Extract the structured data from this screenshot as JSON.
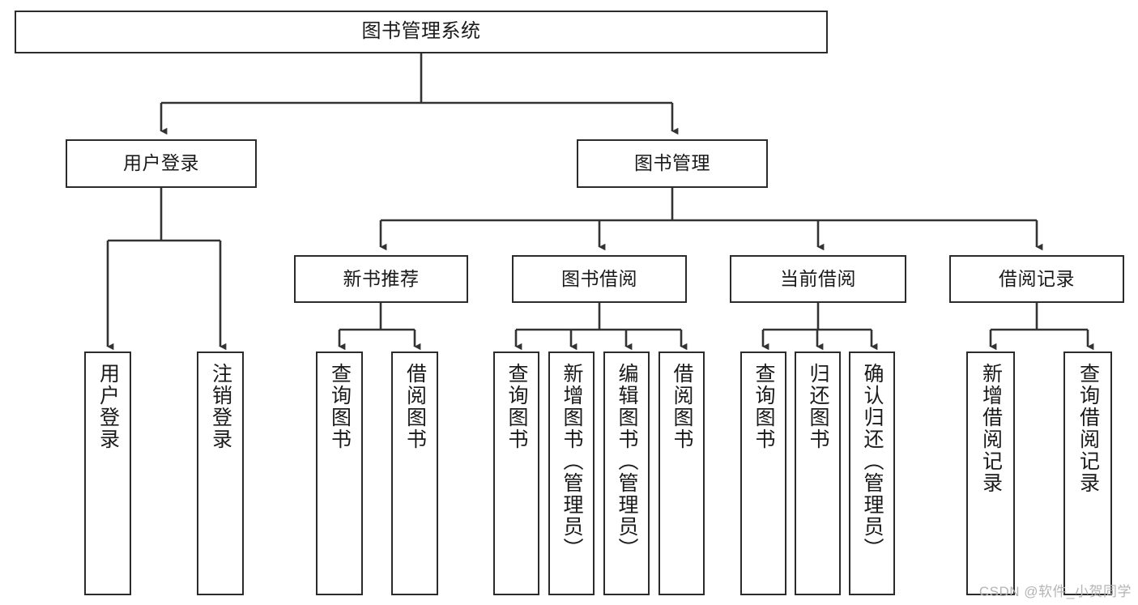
{
  "diagram": {
    "title": "图书管理系统",
    "type": "function-structure-tree",
    "watermark": "CSDN @软件_小贺同学",
    "colors": {
      "border": "#2b2b2b",
      "background": "#ffffff",
      "text": "#1a1a1a",
      "connector": "#333333",
      "watermark": "#b4b4b4"
    },
    "levels": {
      "level0": {
        "label": "level0-root",
        "nodes": [
          {
            "id": "root",
            "label": "图书管理系统"
          }
        ]
      },
      "level1": {
        "label": "level1-modules",
        "nodes": [
          {
            "id": "user-login",
            "label": "用户登录"
          },
          {
            "id": "book-manage",
            "label": "图书管理"
          }
        ]
      },
      "level2": {
        "label": "level2-submodules",
        "nodes": [
          {
            "id": "new-book-recommend",
            "label": "新书推荐"
          },
          {
            "id": "book-borrow",
            "label": "图书借阅"
          },
          {
            "id": "current-borrow",
            "label": "当前借阅"
          },
          {
            "id": "borrow-record",
            "label": "借阅记录"
          }
        ]
      },
      "level3": {
        "label": "level3-leaf-functions",
        "groups": [
          {
            "parent": "user-login",
            "nodes": [
              {
                "id": "leaf-user-login",
                "label": "用户登录"
              },
              {
                "id": "leaf-logout-login",
                "label": "注销登录"
              }
            ]
          },
          {
            "parent": "new-book-recommend",
            "nodes": [
              {
                "id": "leaf-query-book-1",
                "label": "查询图书"
              },
              {
                "id": "leaf-borrow-book-1",
                "label": "借阅图书"
              }
            ]
          },
          {
            "parent": "book-borrow",
            "nodes": [
              {
                "id": "leaf-query-book-2",
                "label": "查询图书"
              },
              {
                "id": "leaf-add-book",
                "label": "新增图书（管理员）"
              },
              {
                "id": "leaf-edit-book",
                "label": "编辑图书（管理员）"
              },
              {
                "id": "leaf-borrow-book-2",
                "label": "借阅图书"
              }
            ]
          },
          {
            "parent": "current-borrow",
            "nodes": [
              {
                "id": "leaf-query-book-3",
                "label": "查询图书"
              },
              {
                "id": "leaf-return-book",
                "label": "归还图书"
              },
              {
                "id": "leaf-confirm-return",
                "label": "确认归还（管理员）"
              }
            ]
          },
          {
            "parent": "borrow-record",
            "nodes": [
              {
                "id": "leaf-add-record",
                "label": "新增借阅记录"
              },
              {
                "id": "leaf-query-record",
                "label": "查询借阅记录"
              }
            ]
          }
        ]
      }
    }
  }
}
